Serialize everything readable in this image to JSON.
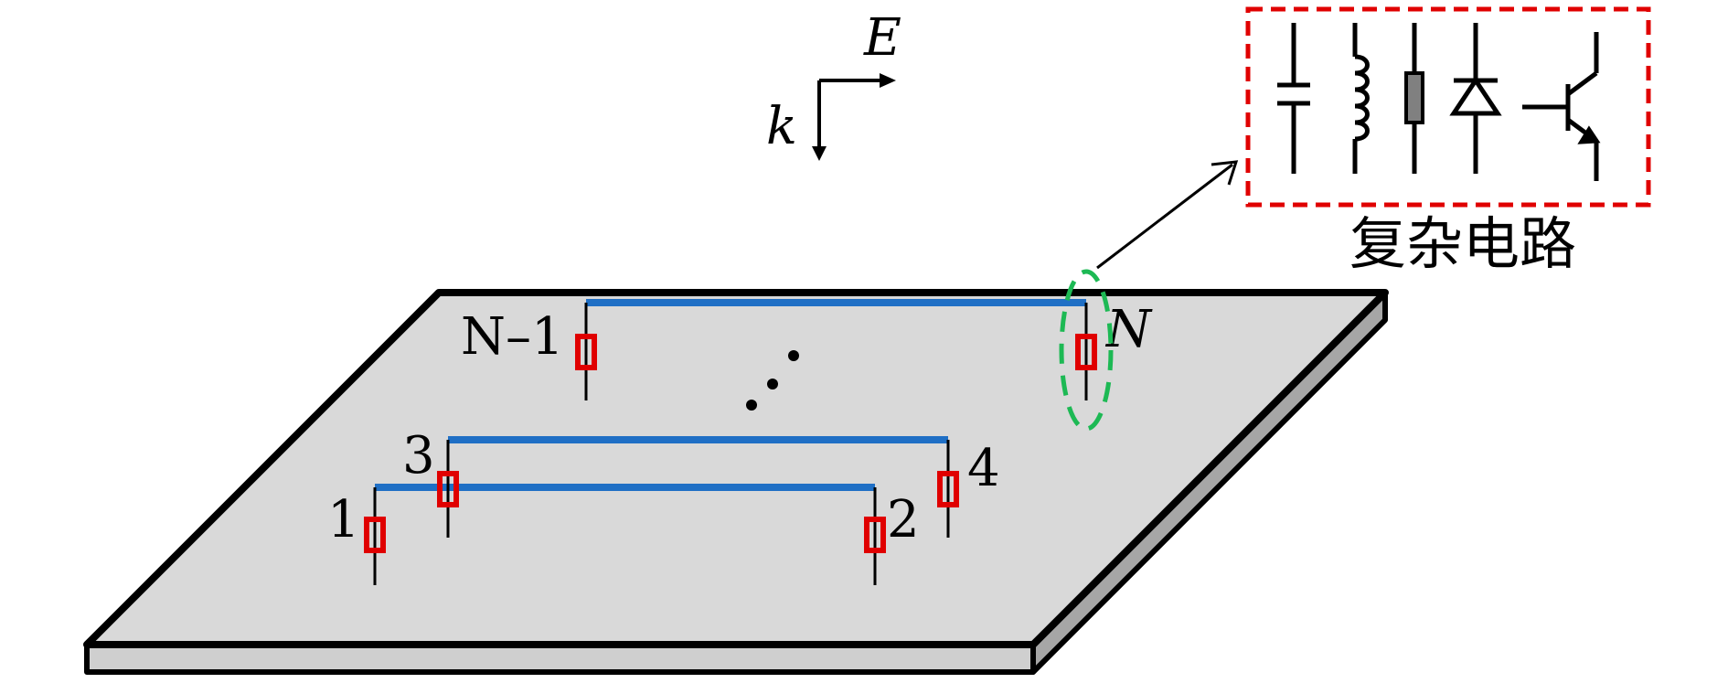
{
  "figure": {
    "axes": {
      "e_label": "E",
      "k_label": "k"
    },
    "port_labels": [
      "1",
      "2",
      "3",
      "4",
      "N–1",
      "N"
    ],
    "inset": {
      "caption": "复杂电路",
      "components": [
        {
          "icon": "capacitor-icon"
        },
        {
          "icon": "inductor-icon"
        },
        {
          "icon": "resistor-icon"
        },
        {
          "icon": "diode-icon"
        },
        {
          "icon": "transistor-icon"
        }
      ]
    },
    "colors": {
      "board": "#d9d9d9",
      "wire": "#1f6fc5",
      "load": "#e00000",
      "highlight": "#1db954",
      "inset_border": "#e00000"
    }
  }
}
